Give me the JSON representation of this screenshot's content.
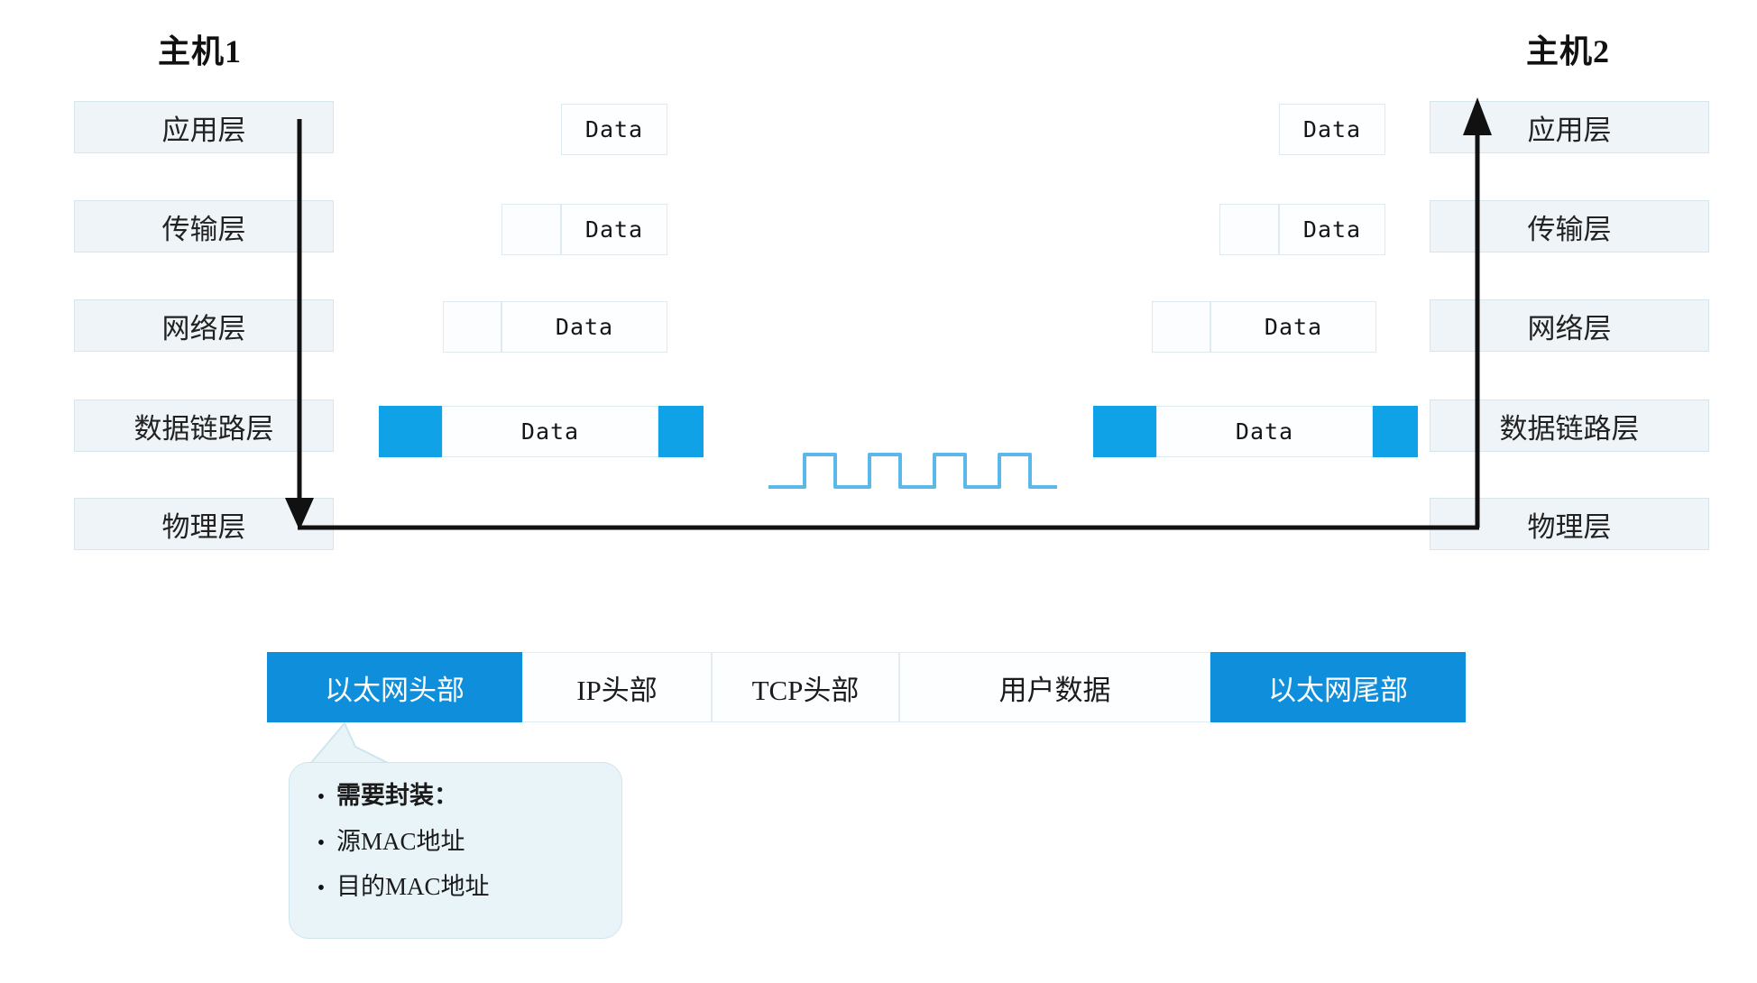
{
  "hosts": {
    "left": {
      "title": "主机1"
    },
    "right": {
      "title": "主机2"
    }
  },
  "layers": [
    {
      "key": "application",
      "label": "应用层"
    },
    {
      "key": "transport",
      "label": "传输层"
    },
    {
      "key": "network",
      "label": "网络层"
    },
    {
      "key": "datalink",
      "label": "数据链路层"
    },
    {
      "key": "physical",
      "label": "物理层"
    }
  ],
  "packets": {
    "data_label": "Data",
    "left": {
      "application": {
        "segments": [
          "data"
        ]
      },
      "transport": {
        "segments": [
          "header",
          "data"
        ]
      },
      "network": {
        "segments": [
          "header",
          "data"
        ]
      },
      "datalink": {
        "segments": [
          "blue-header",
          "data",
          "blue-trailer"
        ]
      }
    },
    "right": {
      "application": {
        "segments": [
          "data"
        ]
      },
      "transport": {
        "segments": [
          "header",
          "data"
        ]
      },
      "network": {
        "segments": [
          "header",
          "data"
        ]
      },
      "datalink": {
        "segments": [
          "blue-header",
          "data",
          "blue-trailer"
        ]
      }
    }
  },
  "signal": {
    "name": "square-wave-signal",
    "pulses": 3,
    "color": "#5bb8e8"
  },
  "encapsulation_bar": {
    "cells": [
      {
        "label": "以太网头部",
        "accent": true
      },
      {
        "label": "IP头部",
        "accent": false
      },
      {
        "label": "TCP头部",
        "accent": false
      },
      {
        "label": "用户数据",
        "accent": false
      },
      {
        "label": "以太网尾部",
        "accent": true
      }
    ]
  },
  "callout": {
    "bullet": "•",
    "lines": [
      {
        "text": "需要封装：",
        "bold": true
      },
      {
        "text": "源MAC地址",
        "bold": false
      },
      {
        "text": "目的MAC地址",
        "bold": false
      }
    ]
  },
  "colors": {
    "accent_blue": "#0fa2e6",
    "bar_blue": "#0f8fdb",
    "wave_blue": "#5bb8e8",
    "layer_fill": "#eef4f7",
    "layer_border": "#d7e5ed",
    "arrow": "#111111"
  }
}
